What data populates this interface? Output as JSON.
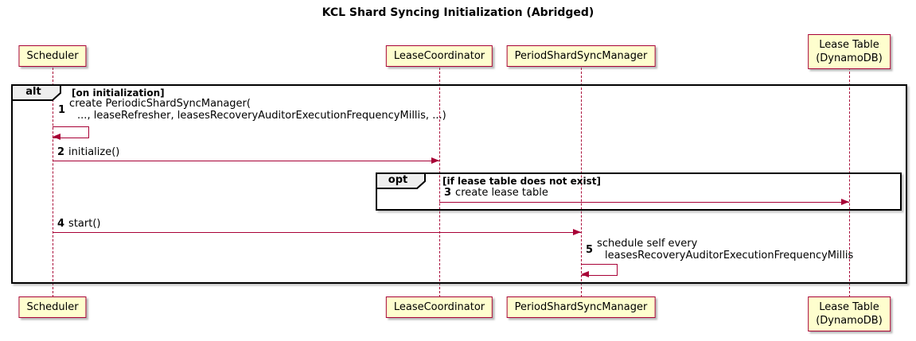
{
  "title": "KCL Shard Syncing Initialization (Abridged)",
  "colors": {
    "participant_fill": "#FEFECE",
    "participant_border": "#A80036",
    "lifeline": "#A80036",
    "arrow": "#A80036",
    "frame_border": "#000000",
    "frame_label_fill": "#EEEEEE",
    "text": "#000000"
  },
  "participants": [
    {
      "id": "scheduler",
      "lines": [
        "Scheduler"
      ]
    },
    {
      "id": "lease-coordinator",
      "lines": [
        "LeaseCoordinator"
      ]
    },
    {
      "id": "period-shard-sync-manager",
      "lines": [
        "PeriodShardSyncManager"
      ]
    },
    {
      "id": "lease-table",
      "lines": [
        "Lease Table",
        "(DynamoDB)"
      ]
    }
  ],
  "frames": [
    {
      "operator": "alt",
      "condition": "[on initialization]"
    },
    {
      "operator": "opt",
      "condition": "[if lease table does not exist]"
    }
  ],
  "messages": [
    {
      "num": "1",
      "from": "Scheduler",
      "to": "Scheduler",
      "kind": "self",
      "lines": [
        "create PeriodicShardSyncManager(",
        "..., leaseRefresher, leasesRecoveryAuditorExecutionFrequencyMillis, ...)"
      ]
    },
    {
      "num": "2",
      "from": "Scheduler",
      "to": "LeaseCoordinator",
      "kind": "arrow",
      "lines": [
        "initialize()"
      ]
    },
    {
      "num": "3",
      "from": "LeaseCoordinator",
      "to": "Lease Table (DynamoDB)",
      "kind": "arrow",
      "lines": [
        "create lease table"
      ]
    },
    {
      "num": "4",
      "from": "Scheduler",
      "to": "PeriodShardSyncManager",
      "kind": "arrow",
      "lines": [
        "start()"
      ]
    },
    {
      "num": "5",
      "from": "PeriodShardSyncManager",
      "to": "PeriodShardSyncManager",
      "kind": "self",
      "lines": [
        "schedule self every",
        "leasesRecoveryAuditorExecutionFrequencyMillis"
      ]
    }
  ]
}
